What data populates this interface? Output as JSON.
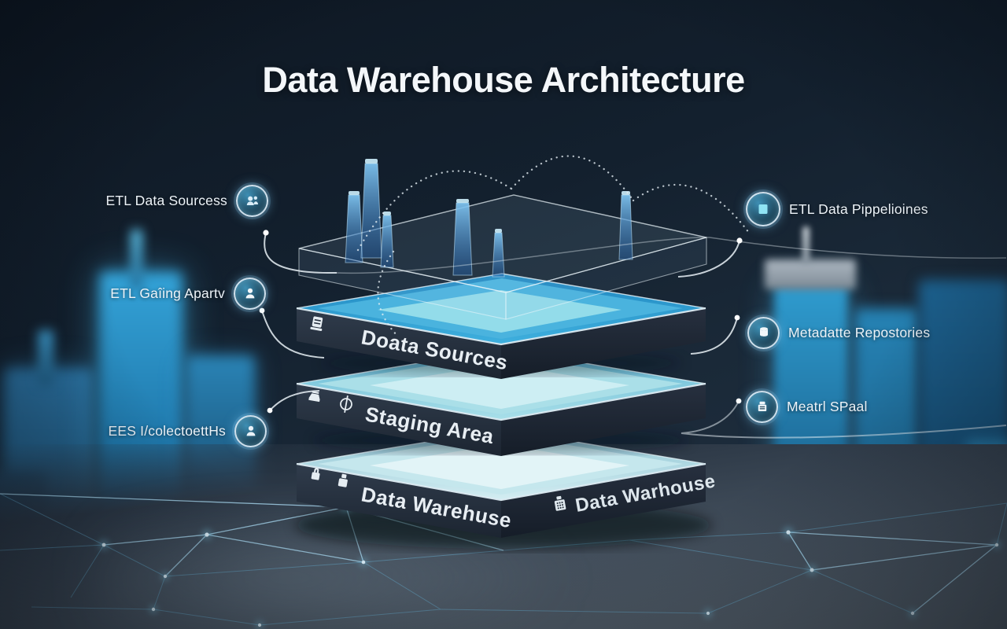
{
  "title": "Data Warehouse Architecture",
  "callouts": {
    "left": [
      {
        "label": "ETL Data Sourcess",
        "icon": "people-icon"
      },
      {
        "label": "ETL Gaîing Apartv",
        "icon": "person-icon"
      },
      {
        "label": "EES I/colectoettHs",
        "icon": "person-icon"
      }
    ],
    "right": [
      {
        "label": "ETL Data Pippelioines",
        "icon": "pipeline-square-icon"
      },
      {
        "label": "Metadatte Repostories",
        "icon": "database-icon"
      },
      {
        "label": "Meatrl SPaal",
        "icon": "package-icon"
      }
    ]
  },
  "stack": {
    "layers": [
      {
        "label": "Doata Sources",
        "icon": "server-icon"
      },
      {
        "label": "Staging Area",
        "icon": "tray-icon"
      },
      {
        "label": "Data Warehuse",
        "label_right": "Data Warhouse",
        "icon": "lock-icon",
        "icon_right": "grid-icon"
      }
    ]
  },
  "colors": {
    "background": "#13202e",
    "accent": "#2fa2d8",
    "layer_top_blue": "#35aadb",
    "platform_face": "#27313f",
    "text": "#f2f6f9"
  }
}
